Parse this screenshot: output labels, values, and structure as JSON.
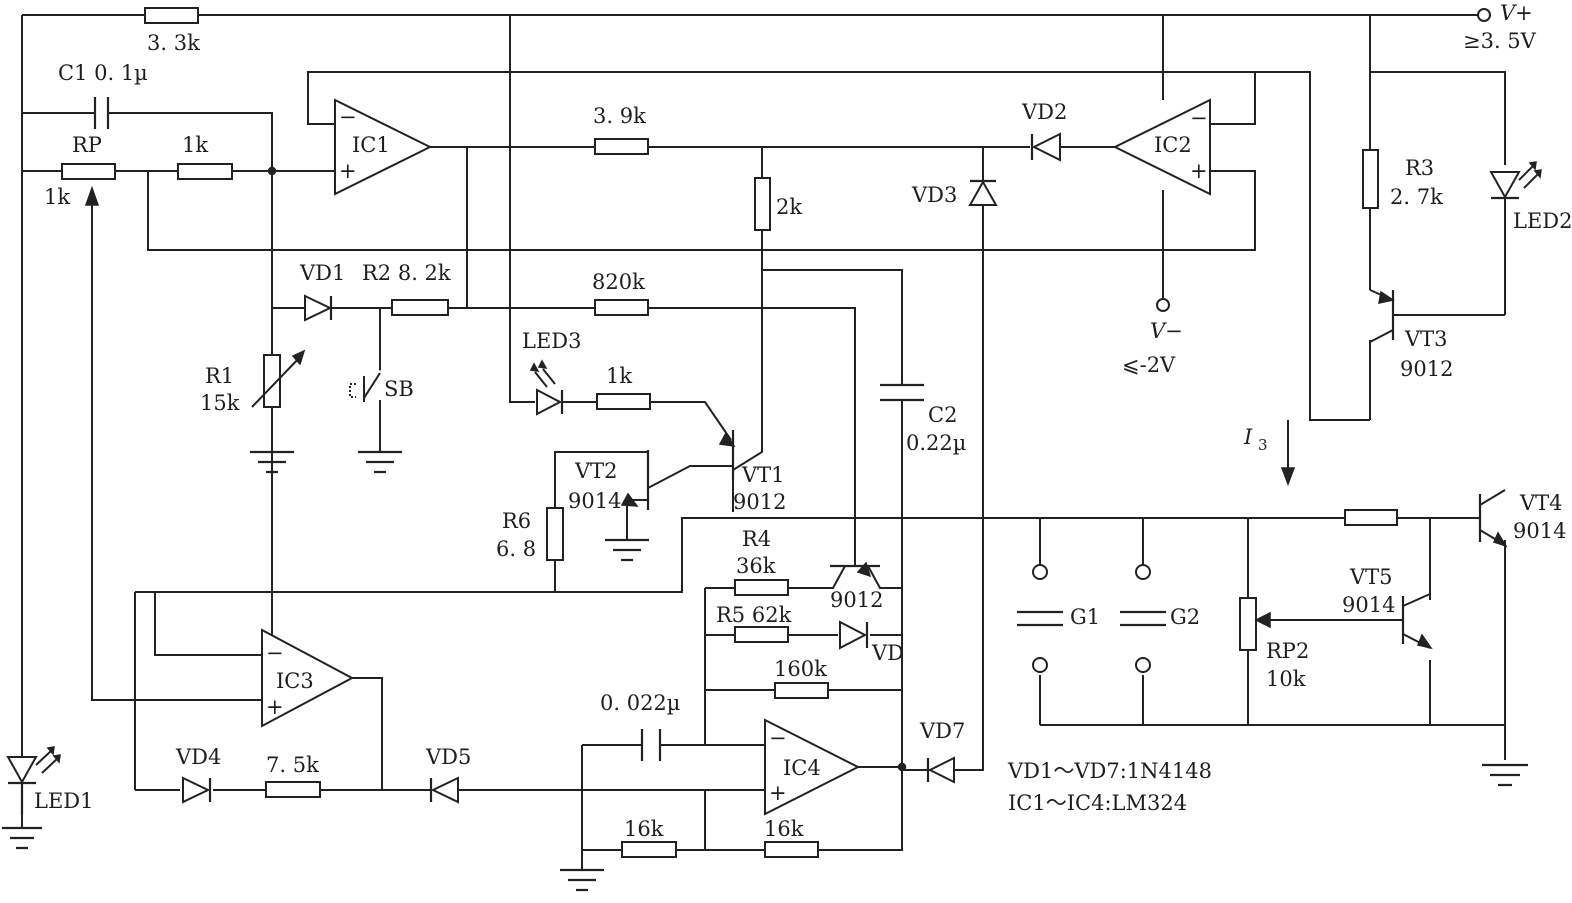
{
  "labels": {
    "r_3k3": "3. 3k",
    "vplus": "V+",
    "vplus_val": "≥3. 5V",
    "c1": "C1  0. 1µ",
    "rp": "RP",
    "rp_val": "1k",
    "r_1k_top": "1k",
    "ic1": "IC1",
    "r_3k9": "3. 9k",
    "vd2": "VD2",
    "ic2": "IC2",
    "r3": "R3",
    "r3_val": "2. 7k",
    "led2": "LED2",
    "vd3": "VD3",
    "r_2k": "2k",
    "vd1": "VD1",
    "r2": "R2  8. 2k",
    "r_820k": "820k",
    "vminus": "V−",
    "vminus_val": "⩽-2V",
    "vt3": "VT3",
    "vt3_val": "9012",
    "r1": "R1",
    "r1_val": "15k",
    "sb": "SB",
    "led3": "LED3",
    "r_1k_mid": "1k",
    "c2": "C2",
    "c2_val": "0.22µ",
    "i3": "I",
    "i3_sub": "3",
    "vt2": "VT2",
    "vt2_val": "9014",
    "vt1": "VT1",
    "vt1_val": "9012",
    "r6": "R6",
    "r6_val": "6. 8",
    "r4": "R4",
    "r4_val": "36k",
    "vt_9012": "9012",
    "vt4": "VT4",
    "vt4_val": "9014",
    "g1": "G1",
    "g2": "G2",
    "vt5": "VT5",
    "vt5_val": "9014",
    "r5": "R5  62k",
    "vd": "VD",
    "rp2": "RP2",
    "rp2_val": "10k",
    "ic3": "IC3",
    "r_160k": "160k",
    "c_0022": "0. 022µ",
    "ic4": "IC4",
    "vd4": "VD4",
    "r_7k5": "7. 5k",
    "vd5": "VD5",
    "vd7": "VD7",
    "led1": "LED1",
    "r_16k_a": "16k",
    "r_16k_b": "16k",
    "note1": "VD1～VD7:1N4148",
    "note2": "IC1～IC4:LM324",
    "minus": "−",
    "plus": "+"
  }
}
